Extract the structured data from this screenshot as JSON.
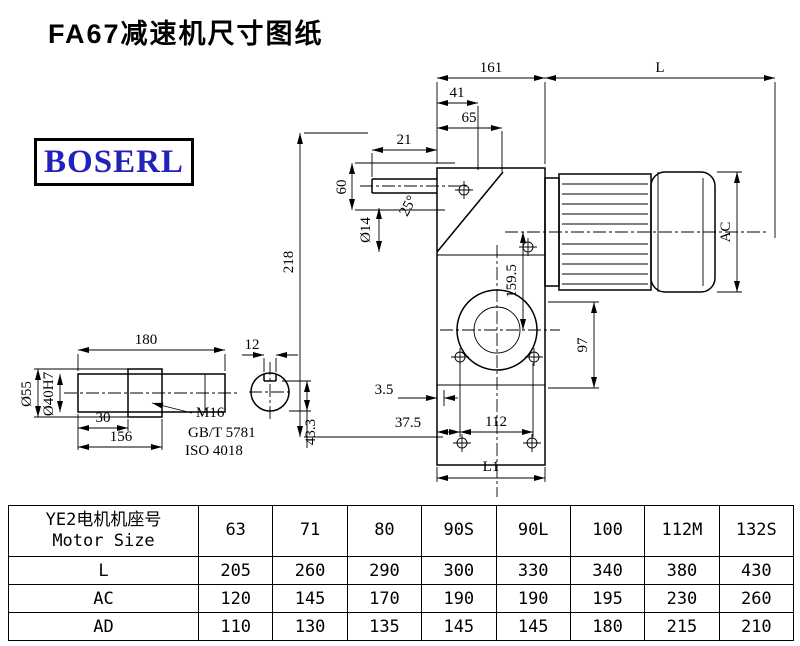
{
  "page": {
    "title": "FA67减速机尺寸图纸"
  },
  "logo": {
    "text": "BOSERL"
  },
  "drawing": {
    "main_dims": {
      "w161": "161",
      "L": "L",
      "w41": "41",
      "w65": "65",
      "w21": "21",
      "h60": "60",
      "dia14": "Ø14",
      "h218": "218",
      "angle25": "25°",
      "h159_5": "159.5",
      "AC": "AC",
      "h97": "97",
      "w3_5": "3.5",
      "w37_5": "37.5",
      "w112": "112",
      "L1": "L1"
    },
    "shaft_dims": {
      "w180": "180",
      "w12": "12",
      "dia55": "Ø55",
      "dia40": "Ø40H7",
      "w30": "30",
      "w156": "156",
      "thread": "M16",
      "std1": "GB/T 5781",
      "std2": "ISO 4018",
      "h43_3": "43.3"
    }
  },
  "table": {
    "header": {
      "line1": "YE2电机机座号",
      "line2": "Motor Size"
    },
    "sizes": [
      "63",
      "71",
      "80",
      "90S",
      "90L",
      "100",
      "112M",
      "132S"
    ],
    "rows": [
      {
        "label": "L",
        "values": [
          "205",
          "260",
          "290",
          "300",
          "330",
          "340",
          "380",
          "430"
        ]
      },
      {
        "label": "AC",
        "values": [
          "120",
          "145",
          "170",
          "190",
          "190",
          "195",
          "230",
          "260"
        ]
      },
      {
        "label": "AD",
        "values": [
          "110",
          "130",
          "135",
          "145",
          "145",
          "180",
          "215",
          "210"
        ]
      }
    ]
  }
}
